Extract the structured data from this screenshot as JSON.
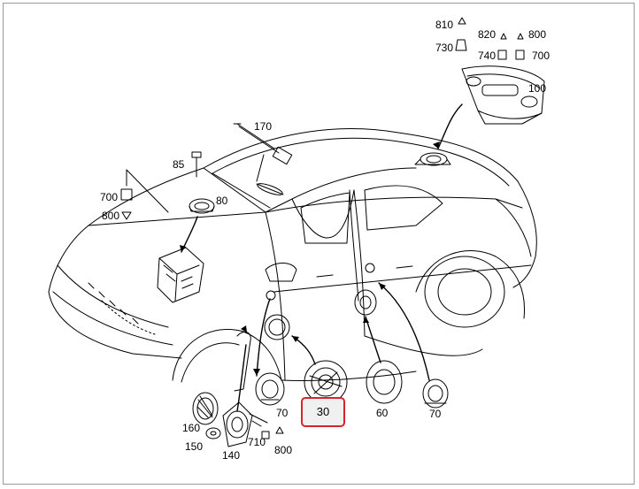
{
  "diagram": {
    "highlighted_part": "30",
    "labels": {
      "p810": "810",
      "p730": "730",
      "p820": "820",
      "p800_top": "800",
      "p740": "740",
      "p700_top": "700",
      "p100": "100",
      "p170": "170",
      "p85": "85",
      "p80": "80",
      "p700_left": "700",
      "p800_left": "800",
      "p70_door_front": "70",
      "p30": "30",
      "p60": "60",
      "p70_rear": "70",
      "p160": "160",
      "p150": "150",
      "p140": "140",
      "p710": "710",
      "p800_bottom": "800"
    },
    "colors": {
      "line": "#000000",
      "highlight_border": "#d8232a",
      "highlight_fill": "#f0f0f0",
      "frame": "#9a9a9a"
    }
  }
}
